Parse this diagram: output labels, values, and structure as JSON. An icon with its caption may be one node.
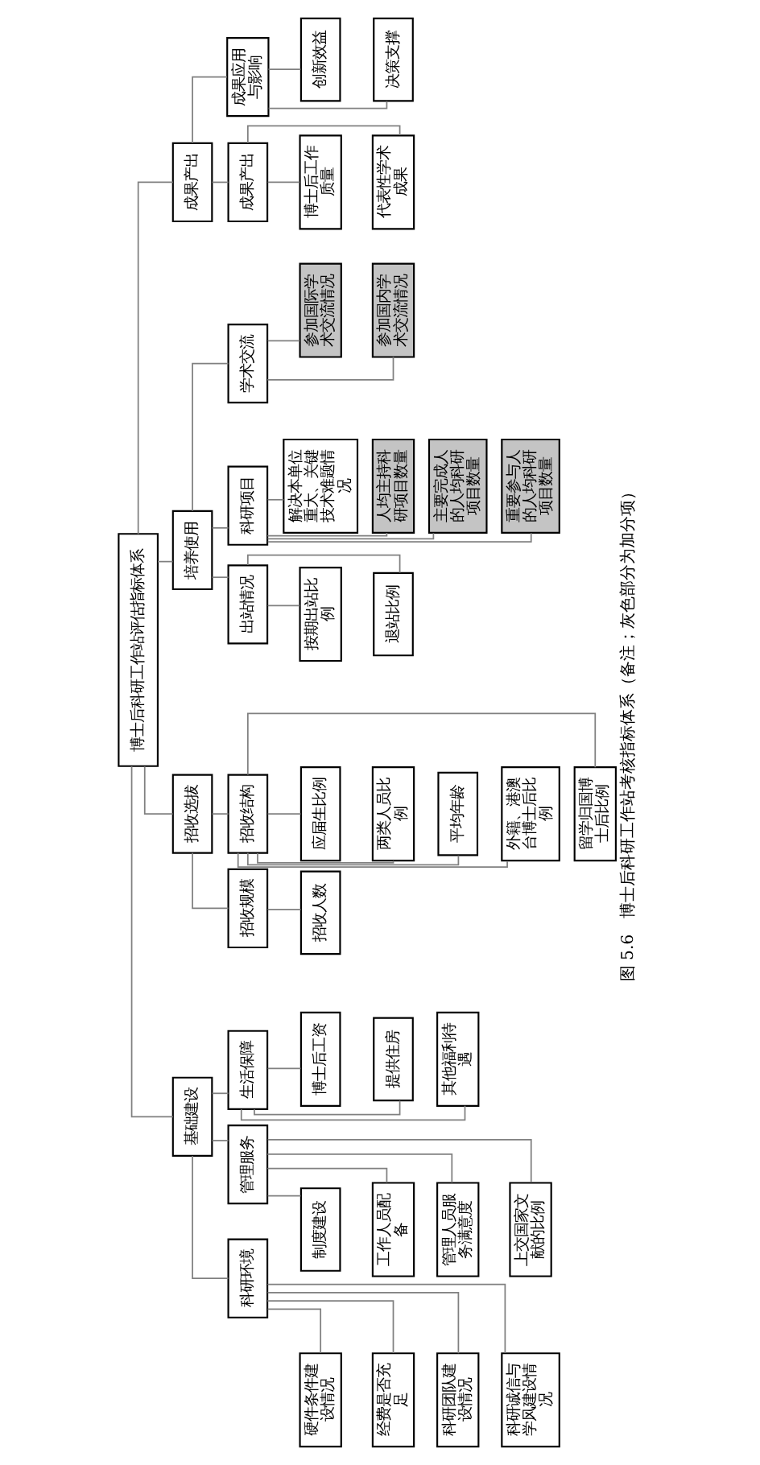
{
  "diagram": {
    "caption": "图 5.6　博士后科研工作站考核指标体系（备注；灰色部分为加分项）",
    "nodes": [
      {
        "text": [
          "博士后科研工作站评估指标体系"
        ]
      },
      {
        "text": [
          "基础建设"
        ]
      },
      {
        "text": [
          "招收选拔"
        ]
      },
      {
        "text": [
          "培养使用"
        ]
      },
      {
        "text": [
          "成果产出"
        ]
      },
      {
        "text": [
          "科研环境"
        ]
      },
      {
        "text": [
          "管理服务"
        ]
      },
      {
        "text": [
          "生活保障"
        ]
      },
      {
        "text": [
          "招收规模"
        ]
      },
      {
        "text": [
          "招收结构"
        ]
      },
      {
        "text": [
          "出站情况"
        ]
      },
      {
        "text": [
          "科研项目"
        ]
      },
      {
        "text": [
          "学术交流"
        ]
      },
      {
        "text": [
          "成果产出"
        ]
      },
      {
        "text": [
          "成果应用与影响"
        ]
      },
      {
        "text": [
          "硬件条件建设情况"
        ]
      },
      {
        "text": [
          "经费是否充足"
        ]
      },
      {
        "text": [
          "科研团队建设情况"
        ]
      },
      {
        "text": [
          "科研诚信与学风建设情况"
        ]
      },
      {
        "text": [
          "制度建设"
        ]
      },
      {
        "text": [
          "工作人员配备"
        ]
      },
      {
        "text": [
          "管理人员服务满意度"
        ]
      },
      {
        "text": [
          "上交国家文献的比例"
        ]
      },
      {
        "text": [
          "博士后工资"
        ]
      },
      {
        "text": [
          "提供住房"
        ]
      },
      {
        "text": [
          "其他福利待遇"
        ]
      },
      {
        "text": [
          "招收人数"
        ]
      },
      {
        "text": [
          "应届生比例"
        ]
      },
      {
        "text": [
          "两类人员比例"
        ]
      },
      {
        "text": [
          "平均年龄"
        ]
      },
      {
        "text": [
          "外籍、港澳台博士后比例"
        ]
      },
      {
        "text": [
          "留学归国博士后比例"
        ]
      },
      {
        "text": [
          "按期出站比例"
        ]
      },
      {
        "text": [
          "退站比例"
        ]
      },
      {
        "text": [
          "解决本单位重大、关键技术难题情况"
        ]
      },
      {
        "text": [
          "人均主持科研项目数量"
        ]
      },
      {
        "text": [
          "主要完成人的人均科研项目数量"
        ]
      },
      {
        "text": [
          "重要参与人的人均科研项目数量"
        ]
      },
      {
        "text": [
          "参加国际学术交流情况"
        ]
      },
      {
        "text": [
          "参加国内学术交流情况"
        ]
      },
      {
        "text": [
          "博士后工作质量"
        ]
      },
      {
        "text": [
          "代表性学术成果"
        ]
      },
      {
        "text": [
          "创新效益"
        ]
      },
      {
        "text": [
          "决策支撑"
        ]
      }
    ],
    "edges": [
      {
        "from": 0,
        "to": 1,
        "arrow": "none"
      },
      {
        "from": 0,
        "to": 2,
        "arrow": "none"
      },
      {
        "from": 0,
        "to": 3,
        "arrow": "none"
      },
      {
        "from": 0,
        "to": 4,
        "arrow": "none"
      },
      {
        "from": 1,
        "to": 5,
        "arrow": "none"
      },
      {
        "from": 1,
        "to": 6,
        "arrow": "none"
      },
      {
        "from": 1,
        "to": 7,
        "arrow": "none"
      },
      {
        "from": 2,
        "to": 8,
        "arrow": "none"
      },
      {
        "from": 2,
        "to": 9,
        "arrow": "none"
      },
      {
        "from": 3,
        "to": 10,
        "arrow": "none"
      },
      {
        "from": 3,
        "to": 11,
        "arrow": "none"
      },
      {
        "from": 3,
        "to": 12,
        "arrow": "none"
      },
      {
        "from": 4,
        "to": 13,
        "arrow": "none"
      },
      {
        "from": 4,
        "to": 14,
        "arrow": "none"
      },
      {
        "from": 5,
        "to": 15,
        "arrow": "none"
      },
      {
        "from": 5,
        "to": 16,
        "arrow": "none"
      },
      {
        "from": 5,
        "to": 17,
        "arrow": "none"
      },
      {
        "from": 5,
        "to": 18,
        "arrow": "none"
      },
      {
        "from": 6,
        "to": 19,
        "arrow": "none"
      },
      {
        "from": 6,
        "to": 20,
        "arrow": "none"
      },
      {
        "from": 6,
        "to": 21,
        "arrow": "none"
      },
      {
        "from": 6,
        "to": 22,
        "arrow": "none"
      },
      {
        "from": 7,
        "to": 23,
        "arrow": "none"
      },
      {
        "from": 7,
        "to": 24,
        "arrow": "none"
      },
      {
        "from": 7,
        "to": 25,
        "arrow": "none"
      },
      {
        "from": 8,
        "to": 26,
        "arrow": "none"
      },
      {
        "from": 9,
        "to": 27,
        "arrow": "none"
      },
      {
        "from": 9,
        "to": 28,
        "arrow": "none"
      },
      {
        "from": 9,
        "to": 29,
        "arrow": "none"
      },
      {
        "from": 9,
        "to": 30,
        "arrow": "none"
      },
      {
        "from": 9,
        "to": 31,
        "arrow": "none"
      },
      {
        "from": 10,
        "to": 32,
        "arrow": "none"
      },
      {
        "from": 10,
        "to": 33,
        "arrow": "none"
      },
      {
        "from": 11,
        "to": 34,
        "arrow": "none"
      },
      {
        "from": 11,
        "to": 35,
        "arrow": "none"
      },
      {
        "from": 11,
        "to": 36,
        "arrow": "none"
      },
      {
        "from": 11,
        "to": 37,
        "arrow": "none"
      },
      {
        "from": 12,
        "to": 38,
        "arrow": "none"
      },
      {
        "from": 12,
        "to": 39,
        "arrow": "none"
      },
      {
        "from": 13,
        "to": 40,
        "arrow": "none"
      },
      {
        "from": 13,
        "to": 41,
        "arrow": "none"
      },
      {
        "from": 14,
        "to": 42,
        "arrow": "none"
      },
      {
        "from": 14,
        "to": 43,
        "arrow": "none"
      }
    ]
  }
}
